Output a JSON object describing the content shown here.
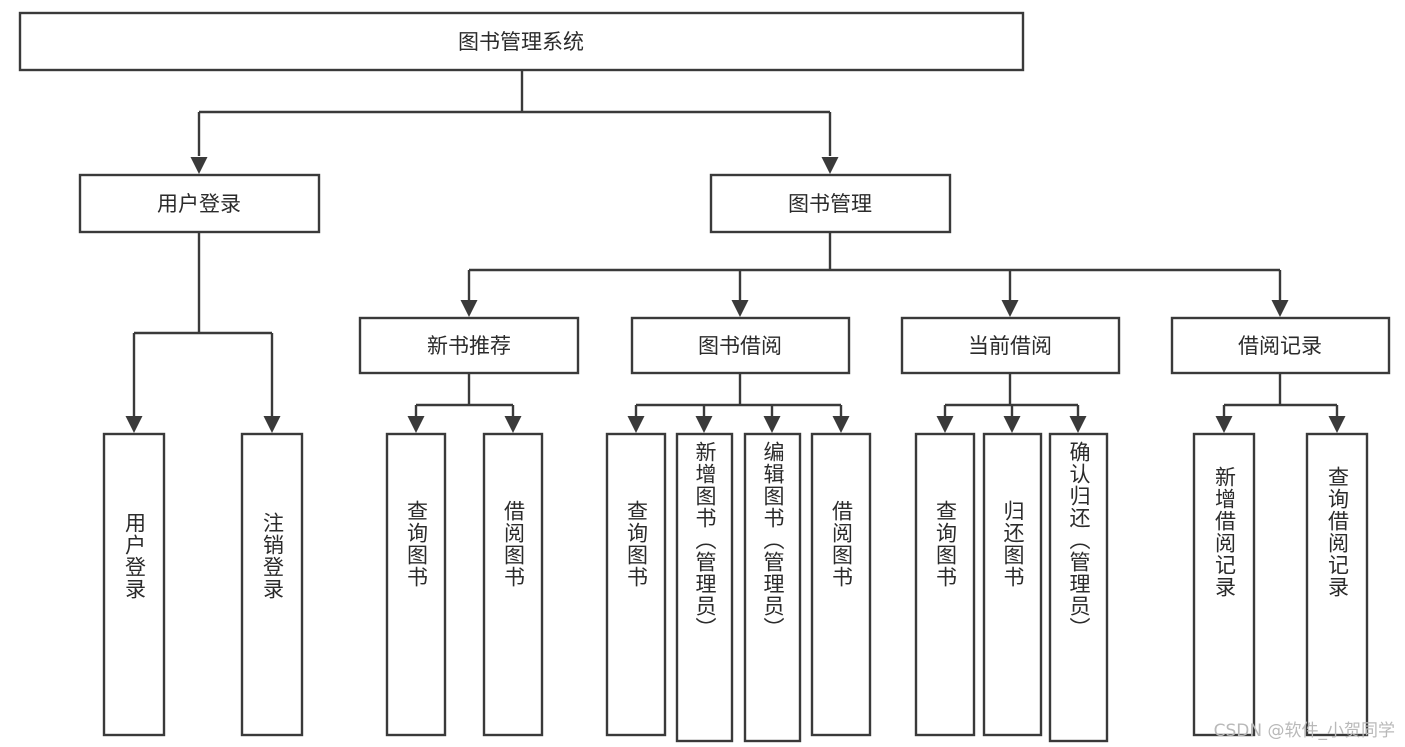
{
  "diagram": {
    "type": "tree-hierarchy",
    "title": "图书管理系统",
    "watermark": "CSDN @软件_小贺同学",
    "colors": {
      "stroke": "#3a3a3a",
      "box_fill": "#ffffff",
      "text": "#2b2b2b",
      "background": "#ffffff",
      "watermark": "#b9b9b9"
    },
    "root": {
      "label": "图书管理系统",
      "orientation": "horizontal"
    },
    "level2": [
      {
        "label": "用户登录",
        "orientation": "horizontal"
      },
      {
        "label": "图书管理",
        "orientation": "horizontal"
      }
    ],
    "level3": [
      {
        "label": "新书推荐",
        "orientation": "horizontal",
        "parent": "图书管理"
      },
      {
        "label": "图书借阅",
        "orientation": "horizontal",
        "parent": "图书管理"
      },
      {
        "label": "当前借阅",
        "orientation": "horizontal",
        "parent": "图书管理"
      },
      {
        "label": "借阅记录",
        "orientation": "horizontal",
        "parent": "图书管理"
      }
    ],
    "leaves": {
      "用户登录": [
        {
          "label": "用户登录",
          "orientation": "vertical"
        },
        {
          "label": "注销登录",
          "orientation": "vertical"
        }
      ],
      "新书推荐": [
        {
          "label": "查询图书",
          "orientation": "vertical"
        },
        {
          "label": "借阅图书",
          "orientation": "vertical"
        }
      ],
      "图书借阅": [
        {
          "label": "查询图书",
          "orientation": "vertical"
        },
        {
          "label": "新增图书（管理员）",
          "orientation": "vertical"
        },
        {
          "label": "编辑图书（管理员）",
          "orientation": "vertical"
        },
        {
          "label": "借阅图书",
          "orientation": "vertical"
        }
      ],
      "当前借阅": [
        {
          "label": "查询图书",
          "orientation": "vertical"
        },
        {
          "label": "归还图书",
          "orientation": "vertical"
        },
        {
          "label": "确认归还（管理员）",
          "orientation": "vertical"
        }
      ],
      "借阅记录": [
        {
          "label": "新增借阅记录",
          "orientation": "vertical"
        },
        {
          "label": "查询借阅记录",
          "orientation": "vertical"
        }
      ]
    }
  },
  "labels": {
    "root": "图书管理系统",
    "n_user_login": "用户登录",
    "n_book_mgmt": "图书管理",
    "n_new_book_rec": "新书推荐",
    "n_book_borrow": "图书借阅",
    "n_current_borrow": "当前借阅",
    "n_borrow_record": "借阅记录",
    "l_user_login": "用户登录",
    "l_logout": "注销登录",
    "l_rec_query": "查询图书",
    "l_rec_borrow": "借阅图书",
    "l_borrow_query": "查询图书",
    "l_borrow_add": "新增图书（管理员）",
    "l_borrow_edit": "编辑图书（管理员）",
    "l_borrow_lend": "借阅图书",
    "l_cur_query": "查询图书",
    "l_cur_return": "归还图书",
    "l_cur_confirm": "确认归还（管理员）",
    "l_rec_add": "新增借阅记录",
    "l_rec_search": "查询借阅记录",
    "watermark": "CSDN @软件_小贺同学"
  }
}
